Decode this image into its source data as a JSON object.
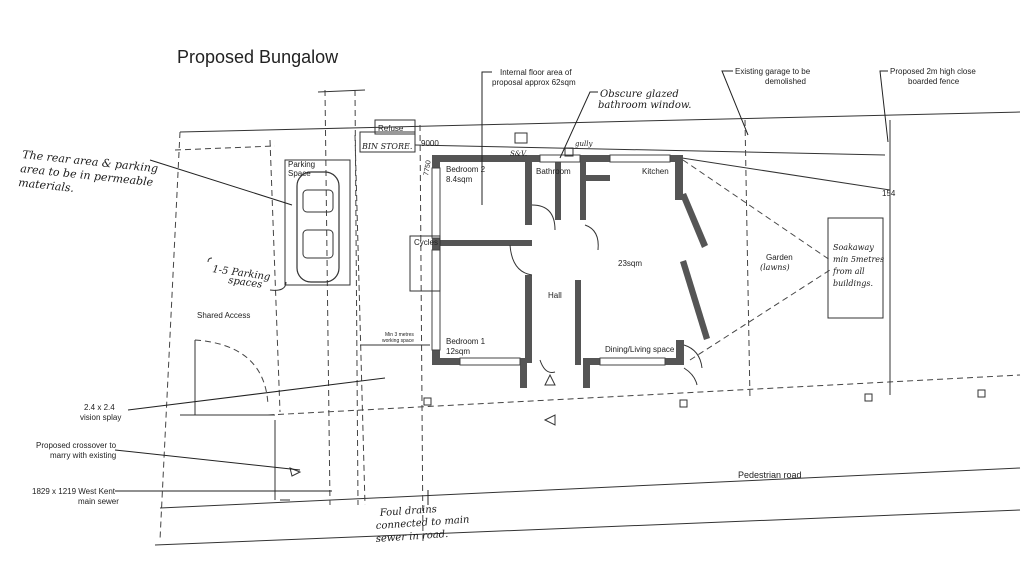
{
  "title": "Proposed Bungalow",
  "annotations": {
    "floor_area": [
      "Internal floor area of",
      "proposal approx 62sqm"
    ],
    "obscure_glazed": [
      "Obscure glazed",
      "bathroom window."
    ],
    "existing_garage": [
      "Existing garage to be",
      "demolished"
    ],
    "fence": [
      "Proposed 2m high close",
      "boarded fence"
    ],
    "rear_area": [
      "The rear area & parking",
      "area to be in permeable",
      "materials."
    ],
    "parking_spaces": [
      "1-5 Parking",
      "spaces"
    ],
    "vision_splay": [
      "2.4 x 2.4",
      "vision splay"
    ],
    "crossover": [
      "Proposed crossover to",
      "marry with existing"
    ],
    "sewer": [
      "1829 x 1219 West Kent",
      "main sewer"
    ],
    "foul_drains": [
      "Foul drains",
      "connected to main",
      "sewer in road."
    ],
    "soakaway": [
      "Soakaway",
      "min 5metres",
      "from all",
      "buildings."
    ],
    "working_space": [
      "Min 3 metres",
      "working space"
    ]
  },
  "labels": {
    "parking_space": [
      "Parking",
      "Space"
    ],
    "refuse": "Refuse",
    "bin_store": "BIN STORE.",
    "dim_9000": "9000",
    "dim_7750": "7750",
    "svp": "S&V.",
    "gully": "gully",
    "bedroom2": [
      "Bedroom 2",
      "8.4sqm"
    ],
    "bathroom": "Bathroom",
    "kitchen": "Kitchen",
    "cycles": "Cycles",
    "area_23": "23sqm",
    "hall": "Hall",
    "bedroom1": [
      "Bedroom 1",
      "12sqm"
    ],
    "dining": "Dining/Living space",
    "shared_access": "Shared Access",
    "garden": [
      "Garden",
      "(lawns)"
    ],
    "pedestrian_road": "Pedestrian road",
    "dim_154": "154"
  }
}
